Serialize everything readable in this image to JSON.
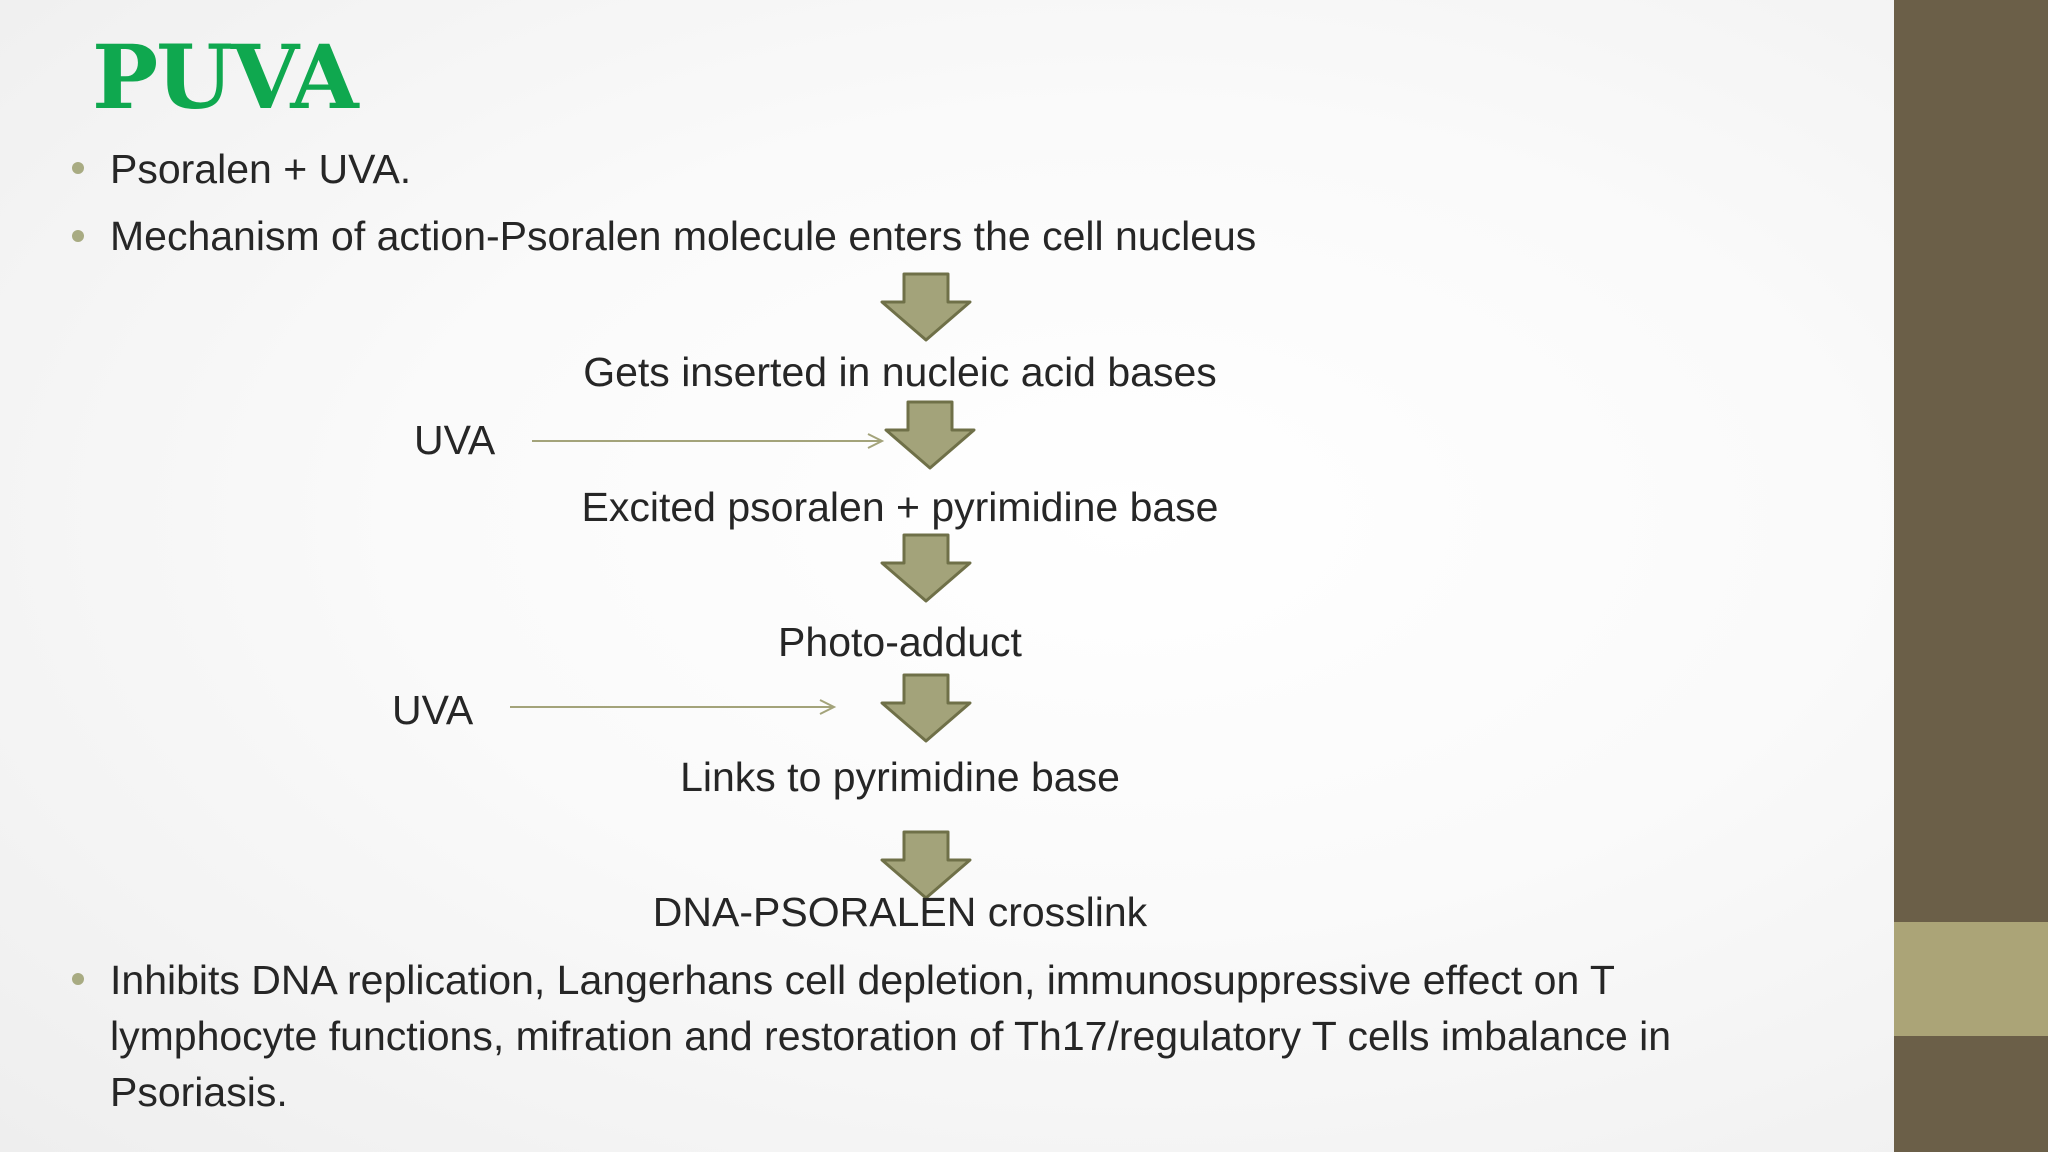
{
  "slide": {
    "title": "PUVA",
    "bullets_top": [
      "Psoralen + UVA.",
      "Mechanism of action-Psoralen molecule enters the cell nucleus"
    ],
    "flow": {
      "steps": [
        "Gets inserted in nucleic acid bases",
        "Excited psoralen + pyrimidine base",
        "Photo-adduct",
        "Links to pyrimidine base",
        "DNA-PSORALEN crosslink"
      ],
      "uva_labels": [
        "UVA",
        "UVA"
      ]
    },
    "bullet_bottom": "Inhibits DNA replication, Langerhans cell depletion, immunosuppressive effect on T lymphocyte functions, mifration and restoration of Th17/regulatory T cells imbalance in Psoriasis."
  },
  "colors": {
    "title": "#0fa84f",
    "bullet_dot": "#a8ab82",
    "arrow_fill": "#a3a37a",
    "arrow_stroke": "#6f7048",
    "sidebar": "#6b5f48",
    "sidebar_accent": "#aba477"
  }
}
